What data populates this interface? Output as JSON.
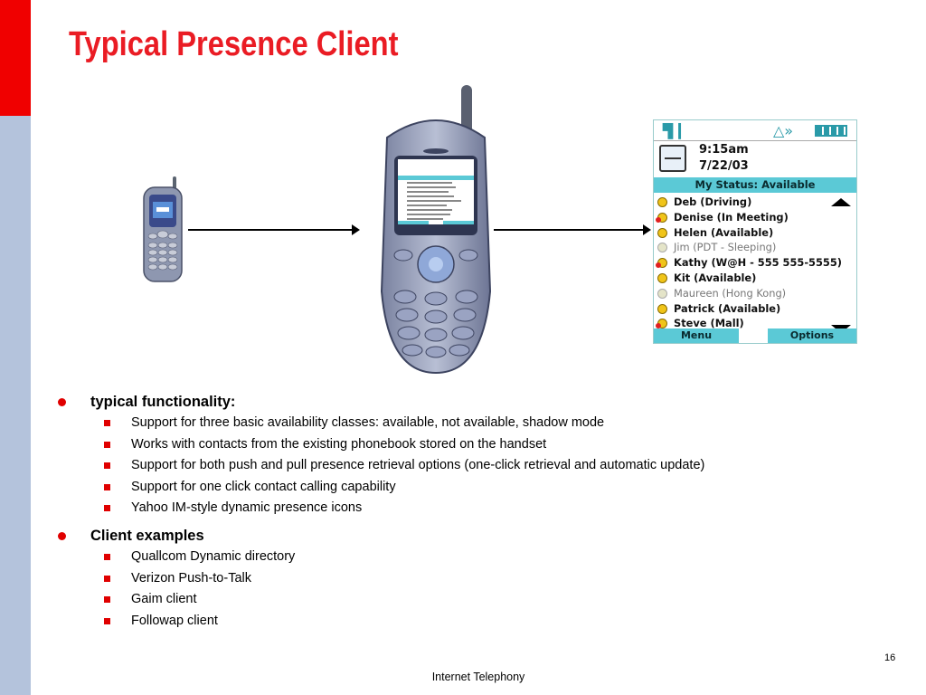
{
  "title": "Typical Presence Client",
  "screen": {
    "time": "9:15am",
    "date": "7/22/03",
    "my_status": "My Status: Available",
    "contacts": [
      {
        "label": "Deb (Driving)",
        "icon": "presence-available-icon",
        "dim": false
      },
      {
        "label": "Denise (In Meeting)",
        "icon": "presence-busy-icon",
        "dim": false
      },
      {
        "label": "Helen (Available)",
        "icon": "presence-available-icon",
        "dim": false
      },
      {
        "label": "Jim (PDT - Sleeping)",
        "icon": "presence-offline-icon",
        "dim": true
      },
      {
        "label": "Kathy (W@H - 555 555-5555)",
        "icon": "presence-busy-icon",
        "dim": false
      },
      {
        "label": "Kit (Available)",
        "icon": "presence-available-icon",
        "dim": false
      },
      {
        "label": "Maureen (Hong Kong)",
        "icon": "presence-offline-icon",
        "dim": true
      },
      {
        "label": "Patrick (Available)",
        "icon": "presence-available-icon",
        "dim": false
      },
      {
        "label": "Steve (Mall)",
        "icon": "presence-busy-icon",
        "dim": false
      }
    ],
    "softkey_left": "Menu",
    "softkey_right": "Options"
  },
  "sections": [
    {
      "heading": "typical functionality:",
      "items": [
        "Support for three basic availability classes: available, not available, shadow mode",
        "Works with contacts from the existing phonebook stored on the handset",
        "Support for both push and pull presence retrieval options (one-click retrieval and automatic update)",
        "Support for one click contact calling capability",
        "Yahoo IM-style dynamic presence icons"
      ]
    },
    {
      "heading": "Client examples",
      "items": [
        "Quallcom Dynamic directory",
        "Verizon Push-to-Talk",
        "Gaim client",
        "Followap client"
      ]
    }
  ],
  "page_number": "16",
  "footer": "Internet Telephony",
  "colors": {
    "title": "#ea1c24",
    "bullet": "#e00000",
    "side_bar": "#b4c3dc",
    "side_bar_accent": "#f00000",
    "screen_header": "#5bc9d6"
  }
}
